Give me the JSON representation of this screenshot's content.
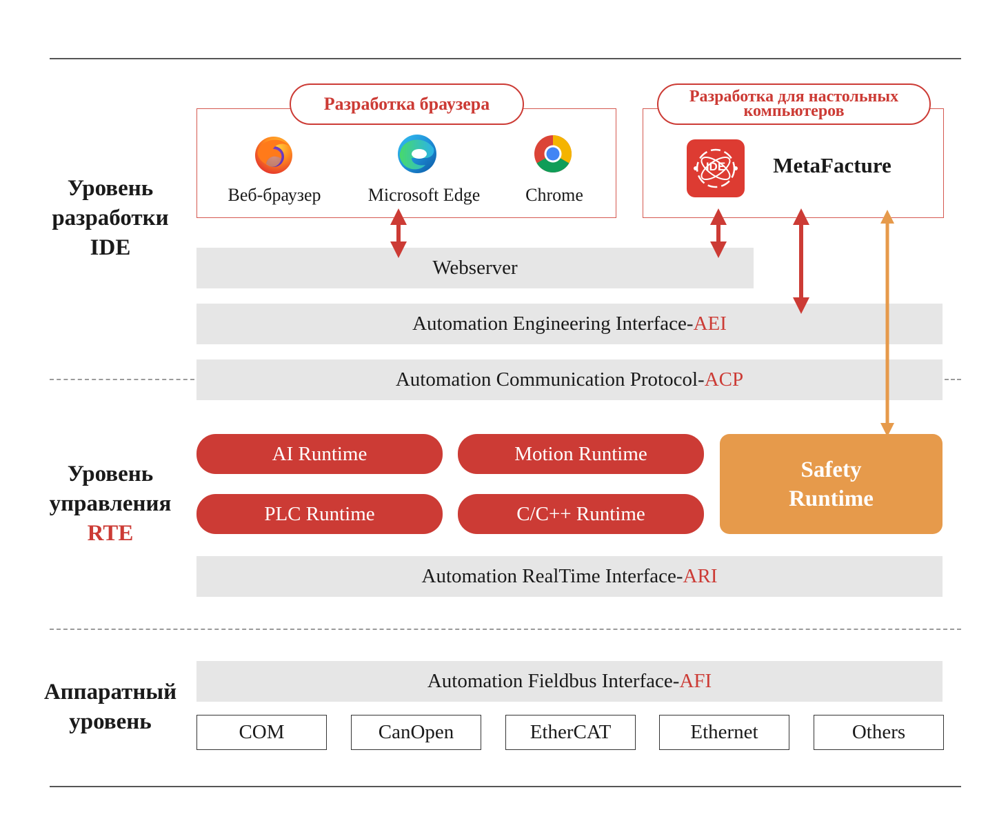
{
  "levels": {
    "ide": {
      "line1": "Уровень",
      "line2": "разработки",
      "line3": "IDE"
    },
    "rte": {
      "line1": "Уровень",
      "line2": "управления",
      "line3": "RTE"
    },
    "hw": {
      "line1": "Аппаратный",
      "line2": "уровень"
    }
  },
  "browser_dev": {
    "title": "Разработка браузера",
    "items": [
      {
        "label": "Веб-браузер",
        "icon": "firefox-icon"
      },
      {
        "label": "Microsoft Edge",
        "icon": "edge-icon"
      },
      {
        "label": "Chrome",
        "icon": "chrome-icon"
      }
    ]
  },
  "desktop_dev": {
    "title_line1": "Разработка для настольных",
    "title_line2": "компьютеров",
    "app_icon_text": "IDE",
    "app_name": "MetaFacture"
  },
  "bars": {
    "webserver": "Webserver",
    "aei_prefix": "Automation Engineering Interface-",
    "aei_acronym": "AEI",
    "acp_prefix": "Automation Communication Protocol-",
    "acp_acronym": "ACP",
    "ari_prefix": "Automation RealTime Interface-",
    "ari_acronym": "ARI",
    "afi_prefix": "Automation Fieldbus Interface-",
    "afi_acronym": "AFI"
  },
  "runtimes": {
    "ai": "AI Runtime",
    "motion": "Motion Runtime",
    "plc": "PLC Runtime",
    "cpp": "C/C++ Runtime",
    "safety_line1": "Safety",
    "safety_line2": "Runtime"
  },
  "buses": [
    "COM",
    "CanOpen",
    "EtherCAT",
    "Ethernet",
    "Others"
  ],
  "colors": {
    "accent_red": "#cc3b35",
    "safety_orange": "#e69a4b",
    "bar_gray": "#e6e6e6"
  }
}
